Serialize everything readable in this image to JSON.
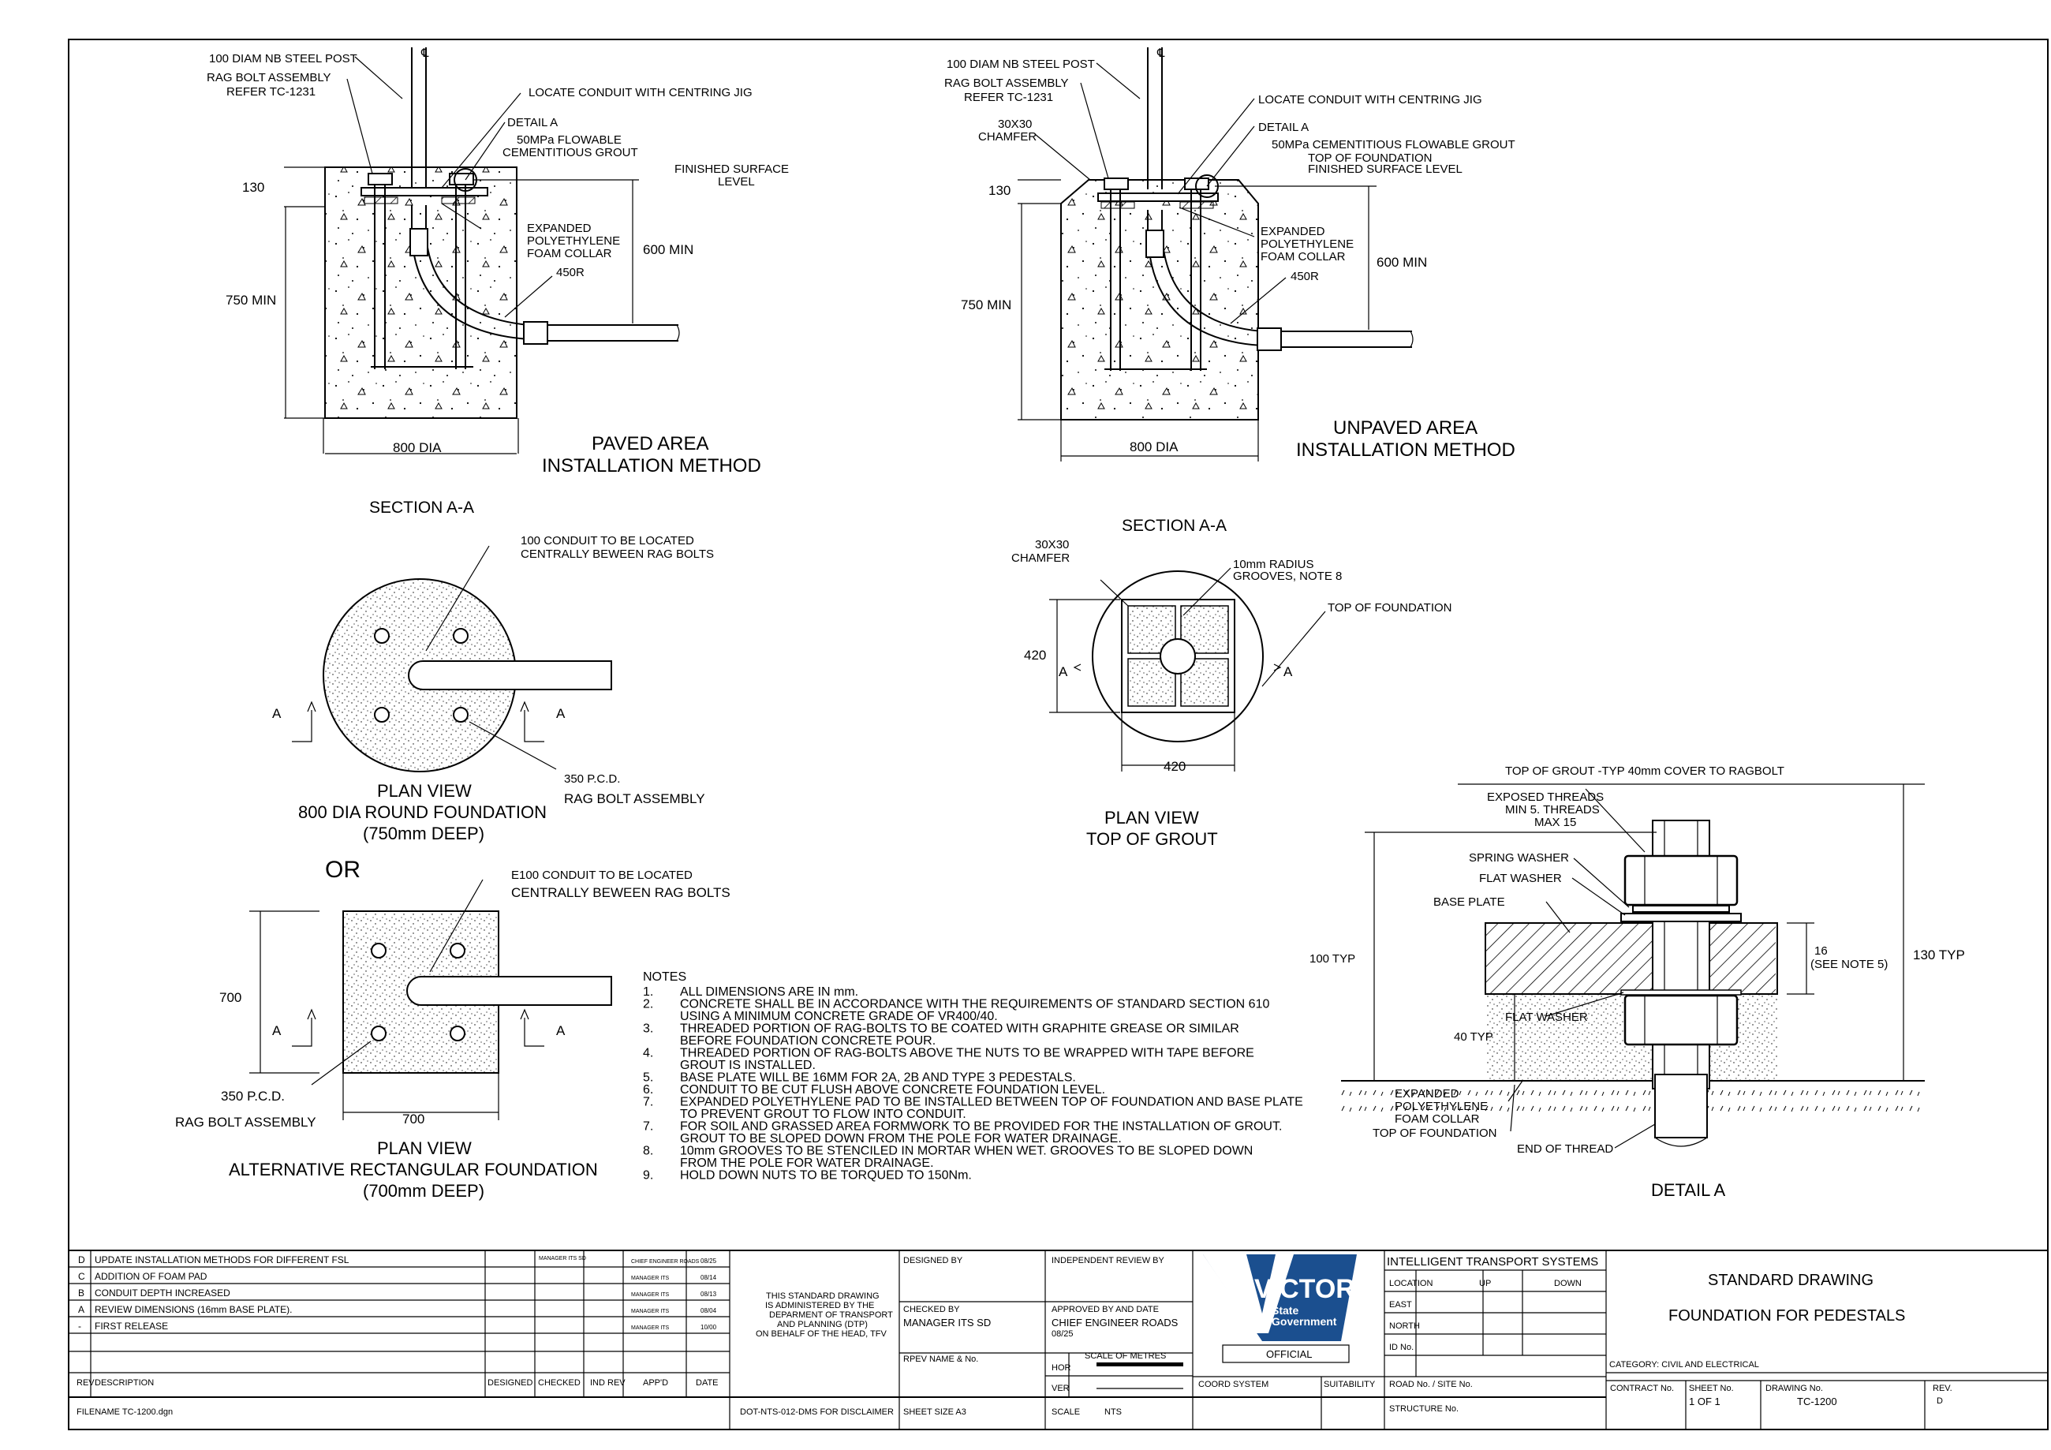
{
  "section_left": {
    "post": "100 DIAM NB STEEL POST",
    "rag1": "RAG BOLT ASSEMBLY",
    "rag2": "REFER TC-1231",
    "jig": "LOCATE CONDUIT WITH CENTRING JIG",
    "detail": "DETAIL A",
    "grout1": "50MPa FLOWABLE",
    "grout2": "CEMENTITIOUS GROUT",
    "fsl1": "FINISHED SURFACE",
    "fsl2": "LEVEL",
    "foam1": "EXPANDED",
    "foam2": "POLYETHYLENE",
    "foam3": "FOAM COLLAR",
    "radius": "450R",
    "d130": "130",
    "d750": "750 MIN",
    "d600": "600 MIN",
    "d800": "800 DIA",
    "title1": "PAVED AREA",
    "title2": "INSTALLATION METHOD",
    "section": "SECTION A-A"
  },
  "section_right": {
    "post": "100 DIAM NB STEEL POST",
    "rag1": "RAG BOLT ASSEMBLY",
    "rag2": "REFER TC-1231",
    "chamfer1": "30X30",
    "chamfer2": "CHAMFER",
    "jig": "LOCATE CONDUIT WITH CENTRING JIG",
    "detail": "DETAIL A",
    "grout": "50MPa CEMENTITIOUS FLOWABLE GROUT",
    "tof": "TOP OF FOUNDATION",
    "fsl": "FINISHED SURFACE LEVEL",
    "foam1": "EXPANDED",
    "foam2": "POLYETHYLENE",
    "foam3": "FOAM COLLAR",
    "radius": "450R",
    "d130": "130",
    "d750": "750 MIN",
    "d600": "600 MIN",
    "d800": "800 DIA",
    "title1": "UNPAVED AREA",
    "title2": "INSTALLATION METHOD",
    "section": "SECTION A-A"
  },
  "plan_round": {
    "conduit1": "100 CONDUIT TO BE LOCATED",
    "conduit2": "CENTRALLY BEWEEN RAG BOLTS",
    "a_left": "A",
    "a_right": "A",
    "pcd1": "350 P.C.D.",
    "pcd2": "RAG BOLT ASSEMBLY",
    "title1": "PLAN VIEW",
    "title2": "800 DIA ROUND FOUNDATION",
    "title3": "(750mm DEEP)",
    "or": "OR"
  },
  "plan_rect": {
    "conduit1": "E100 CONDUIT TO BE LOCATED",
    "conduit2": "CENTRALLY BEWEEN RAG BOLTS",
    "d700v": "700",
    "d700h": "700",
    "a_left": "A",
    "a_right": "A",
    "pcd1": "350 P.C.D.",
    "pcd2": "RAG BOLT ASSEMBLY",
    "title1": "PLAN VIEW",
    "title2": "ALTERNATIVE RECTANGULAR FOUNDATION",
    "title3": "(700mm DEEP)"
  },
  "plan_grout": {
    "chamfer1": "30X30",
    "chamfer2": "CHAMFER",
    "grooves1": "10mm RADIUS",
    "grooves2": "GROOVES, NOTE 8",
    "tof": "TOP OF FOUNDATION",
    "d420v": "420",
    "d420h": "420",
    "a_left": "A",
    "a_right": "A",
    "title1": "PLAN VIEW",
    "title2": "TOP OF GROUT"
  },
  "detail_a": {
    "top": "TOP OF GROUT -TYP 40mm COVER TO RAGBOLT",
    "threads1": "EXPOSED THREADS",
    "threads2": "MIN 5. THREADS",
    "threads3": "MAX 15",
    "spring": "SPRING WASHER",
    "flat": "FLAT WASHER",
    "base": "BASE PLATE",
    "d100": "100 TYP",
    "d16a": "16",
    "d16b": "(SEE NOTE 5)",
    "d130": "130 TYP",
    "flat2": "FLAT WASHER",
    "d40": "40 TYP",
    "foam1": "EXPANDED",
    "foam2": "POLYETHYLENE",
    "foam3": "FOAM COLLAR",
    "tof": "TOP OF FOUNDATION",
    "eot": "END OF THREAD",
    "title": "DETAIL A"
  },
  "notes": {
    "heading": "NOTES",
    "items": [
      {
        "n": "1.",
        "lines": [
          "ALL DIMENSIONS ARE IN mm."
        ]
      },
      {
        "n": "2.",
        "lines": [
          "CONCRETE SHALL BE IN ACCORDANCE WITH THE REQUIREMENTS OF STANDARD SECTION 610",
          "USING A MINIMUM CONCRETE GRADE OF VR400/40."
        ]
      },
      {
        "n": "3.",
        "lines": [
          "THREADED PORTION OF RAG-BOLTS TO BE COATED WITH GRAPHITE GREASE OR SIMILAR",
          "BEFORE FOUNDATION CONCRETE POUR."
        ]
      },
      {
        "n": "4.",
        "lines": [
          "THREADED PORTION OF RAG-BOLTS ABOVE THE NUTS TO BE WRAPPED WITH TAPE BEFORE",
          "GROUT IS INSTALLED."
        ]
      },
      {
        "n": "5.",
        "lines": [
          "BASE PLATE WILL BE 16MM FOR  2A, 2B AND TYPE 3 PEDESTALS."
        ]
      },
      {
        "n": "6.",
        "lines": [
          "CONDUIT TO BE CUT FLUSH ABOVE CONCRETE FOUNDATION LEVEL."
        ]
      },
      {
        "n": "7.",
        "lines": [
          "EXPANDED POLYETHYLENE PAD TO BE INSTALLED BETWEEN TOP OF FOUNDATION AND BASE PLATE",
          "TO PREVENT GROUT TO FLOW INTO CONDUIT."
        ]
      },
      {
        "n": "7.",
        "lines": [
          "FOR SOIL AND GRASSED AREA FORMWORK TO BE PROVIDED FOR THE INSTALLATION OF GROUT.",
          "GROUT TO BE SLOPED DOWN FROM THE POLE FOR WATER DRAINAGE."
        ]
      },
      {
        "n": "8.",
        "lines": [
          "10mm GROOVES TO BE STENCILED IN MORTAR WHEN WET. GROOVES TO BE SLOPED DOWN",
          "FROM THE POLE FOR WATER DRAINAGE."
        ]
      },
      {
        "n": "9.",
        "lines": [
          "HOLD DOWN NUTS TO BE TORQUED TO 150Nm."
        ]
      }
    ]
  },
  "revisions": [
    {
      "rev": "D",
      "desc": "UPDATE INSTALLATION METHODS FOR DIFFERENT FSL",
      "checked": "MANAGER ITS SD",
      "appd": "CHIEF ENGINEER ROADS",
      "date": "08/25"
    },
    {
      "rev": "C",
      "desc": "ADDITION OF FOAM PAD",
      "checked": "",
      "appd": "MANAGER ITS",
      "date": "08/14"
    },
    {
      "rev": "B",
      "desc": "CONDUIT DEPTH INCREASED",
      "checked": "",
      "appd": "MANAGER ITS",
      "date": "08/13"
    },
    {
      "rev": "A",
      "desc": "REVIEW DIMENSIONS (16mm BASE PLATE).",
      "checked": "",
      "appd": "MANAGER ITS",
      "date": "08/04"
    },
    {
      "rev": "-",
      "desc": "FIRST RELEASE",
      "checked": "",
      "appd": "MANAGER ITS",
      "date": "10/00"
    }
  ],
  "title_block": {
    "h_rev": "REV",
    "h_desc": "DESCRIPTION",
    "h_designed": "DESIGNED",
    "h_checked": "CHECKED",
    "h_indrev": "IND REV",
    "h_appd": "APP'D",
    "h_date": "DATE",
    "filename": "FILENAME TC-1200.dgn",
    "admin1": "THIS STANDARD DRAWING",
    "admin2": "IS ADMINISTERED BY THE",
    "admin3": "DEPARMENT OF TRANSPORT",
    "admin4": "AND PLANNING (DTP)",
    "admin5": "ON BEHALF OF THE HEAD, TFV",
    "disclaimer": "DOT-NTS-012-DMS FOR DISCLAIMER",
    "designed_by": "DESIGNED BY",
    "independent": "INDEPENDENT REVIEW BY",
    "checked_by": "CHECKED BY",
    "checked_name": "MANAGER ITS SD",
    "approved": "APPROVED BY AND DATE",
    "approved_name": "CHIEF ENGINEER ROADS",
    "approved_date": "08/25",
    "rpev": "RPEV NAME & No.",
    "scale_metres": "SCALE OF METRES",
    "hor": "HOR",
    "ver": "VER",
    "sheet_size": "SHEET SIZE   A3",
    "scale": "SCALE",
    "scale_val": "NTS",
    "logo1": "VICTORIA",
    "logo2": "State",
    "logo3": "Government",
    "official": "OFFICIAL",
    "coord": "COORD SYSTEM",
    "suitability": "SUITABILITY",
    "its": "INTELLIGENT TRANSPORT SYSTEMS",
    "location": "LOCATION",
    "up": "UP",
    "down": "DOWN",
    "east": "EAST",
    "north": "NORTH",
    "idno": "ID No.",
    "road": "ROAD No. / SITE No.",
    "structure": "STRUCTURE No.",
    "std": "STANDARD DRAWING",
    "title": "FOUNDATION FOR PEDESTALS",
    "category": "CATEGORY: CIVIL AND ELECTRICAL",
    "contract": "CONTRACT No.",
    "sheet_no": "SHEET No.",
    "sheet_val": "1 OF 1",
    "drawing_no": "DRAWING No.",
    "drawing_val": "TC-1200",
    "rev": "REV.",
    "rev_val": "D"
  }
}
